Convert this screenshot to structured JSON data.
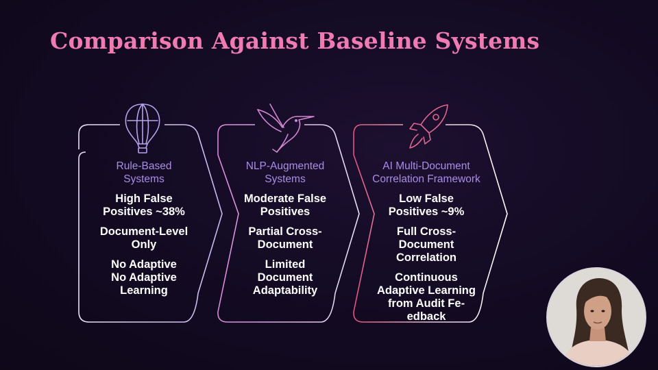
{
  "slide": {
    "title": "Comparison Against Baseline Systems"
  },
  "columns": [
    {
      "icon": "hot-air-balloon-icon",
      "heading": [
        "Rule-Based",
        "Systems"
      ],
      "points": [
        [
          "High False",
          "Positives ~38%"
        ],
        [
          "Document-Level",
          "Only"
        ],
        [
          "No Adaptive",
          "No Adaptive",
          "Learning"
        ]
      ]
    },
    {
      "icon": "hummingbird-icon",
      "heading": [
        "NLP-Augmented",
        "Systems"
      ],
      "points": [
        [
          "Moderate False",
          "Positives"
        ],
        [
          "Partial Cross-",
          "Document"
        ],
        [
          "Limited",
          "Document",
          "Adaptability"
        ]
      ]
    },
    {
      "icon": "rocket-icon",
      "heading": [
        "AI Multi-Document",
        "Correlation Framework"
      ],
      "points": [
        [
          "Low False",
          "Positives ~9%"
        ],
        [
          "Full Cross-",
          "Document",
          "Correlation"
        ],
        [
          "Continuous",
          "Adaptive Learning",
          "from Audit Fe-",
          "edback"
        ]
      ]
    }
  ],
  "colors": {
    "title": "#f07ab2",
    "heading": "#a98de6",
    "body_text": "#ffffff",
    "outline": "#c9bde6",
    "accent": "#e05a8a"
  }
}
